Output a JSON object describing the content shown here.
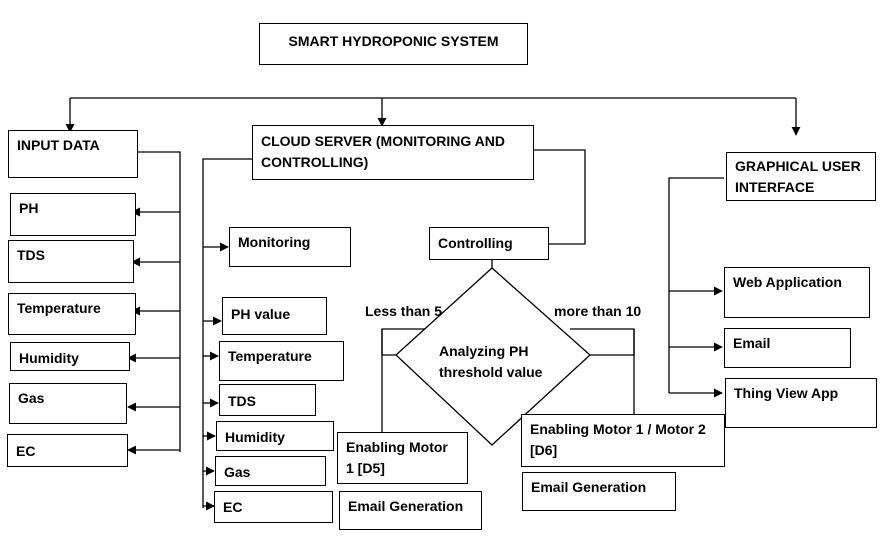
{
  "title": "SMART HYDROPONIC SYSTEM",
  "input": {
    "header": "INPUT DATA",
    "items": [
      "PH",
      "TDS",
      "Temperature",
      "Humidity",
      "Gas",
      "EC"
    ]
  },
  "cloud": {
    "header": "CLOUD SERVER (MONITORING AND CONTROLLING)",
    "monitoring": {
      "label": "Monitoring",
      "items": [
        "PH value",
        "Temperature",
        "TDS",
        "Humidity",
        "Gas",
        "EC"
      ]
    },
    "controlling": {
      "label": "Controlling",
      "decision": "Analyzing PH threshold value",
      "less_label": "Less than 5",
      "more_label": "more than 10",
      "less_motor": "Enabling Motor 1 [D5]",
      "less_email": "Email Generation",
      "more_motor": "Enabling Motor 1 / Motor 2 [D6]",
      "more_email": "Email Generation"
    }
  },
  "gui": {
    "header": "GRAPHICAL USER INTERFACE",
    "items": [
      "Web Application",
      "Email",
      "Thing View App"
    ]
  }
}
